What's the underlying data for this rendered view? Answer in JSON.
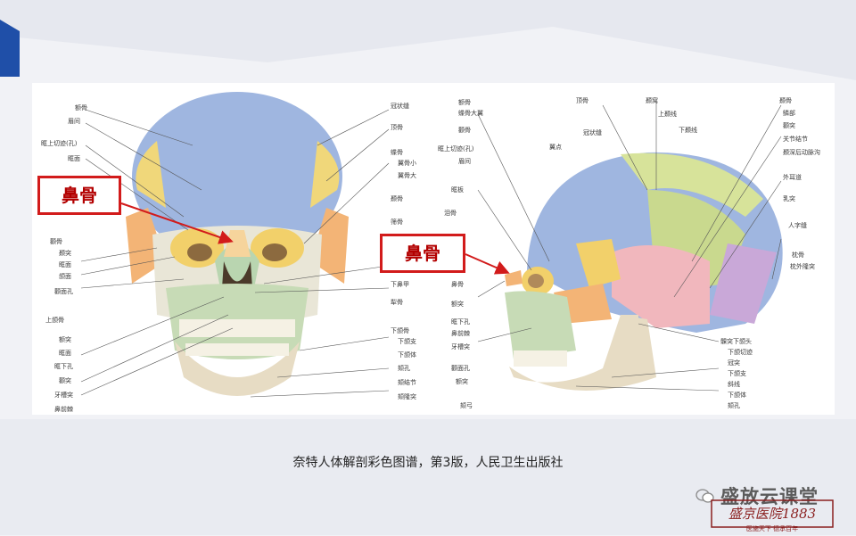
{
  "callout_left": "鼻骨",
  "callout_right": "鼻骨",
  "caption": "奈特人体解剖彩色图谱，第3版，人民卫生出版社",
  "watermark": "盛放云课堂",
  "logo_text": "盛京医院1883",
  "logo_slogan": "医施天下 德承百年",
  "front_labels_left": [
    "额骨",
    "眉间",
    "眶上切迹(孔)",
    "眶面",
    "颧骨",
    "颞突",
    "眶面",
    "颌面",
    "颧面孔",
    "上颌骨",
    "额突",
    "眶面",
    "眶下孔",
    "颧突",
    "牙槽突",
    "鼻前棘"
  ],
  "front_labels_right": [
    "冠状缝",
    "顶骨",
    "蝶骨",
    "翼骨小",
    "翼骨大",
    "颞骨",
    "筛骨",
    "泪骨",
    "下鼻甲",
    "犁骨",
    "下颌骨",
    "下颌支",
    "下颌体",
    "颏孔",
    "颏结节",
    "颏隆突"
  ],
  "side_labels_left": [
    "额骨",
    "蝶骨大翼",
    "颧骨",
    "眶上切迹(孔)",
    "眉间",
    "眶板",
    "泪骨",
    "鼻骨",
    "额突",
    "眶下孔",
    "鼻前棘",
    "牙槽突",
    "颧面孔",
    "额突",
    "颏弓"
  ],
  "side_labels_top": [
    "顶骨",
    "冠状缝",
    "翼点",
    "颞窝",
    "上颞线",
    "下颞线"
  ],
  "side_labels_right": [
    "颞骨",
    "鳞部",
    "颧突",
    "关节结节",
    "颞深后动脉沟",
    "外耳道",
    "乳突",
    "人字缝",
    "枕骨",
    "枕外隆突",
    "髁突下颌头",
    "下颌切迹",
    "冠突",
    "下颌支",
    "斜线",
    "下颌体",
    "颏孔"
  ],
  "colors": {
    "accent_red": "#d21b1b",
    "deco_blue": "#1f4fa8"
  }
}
